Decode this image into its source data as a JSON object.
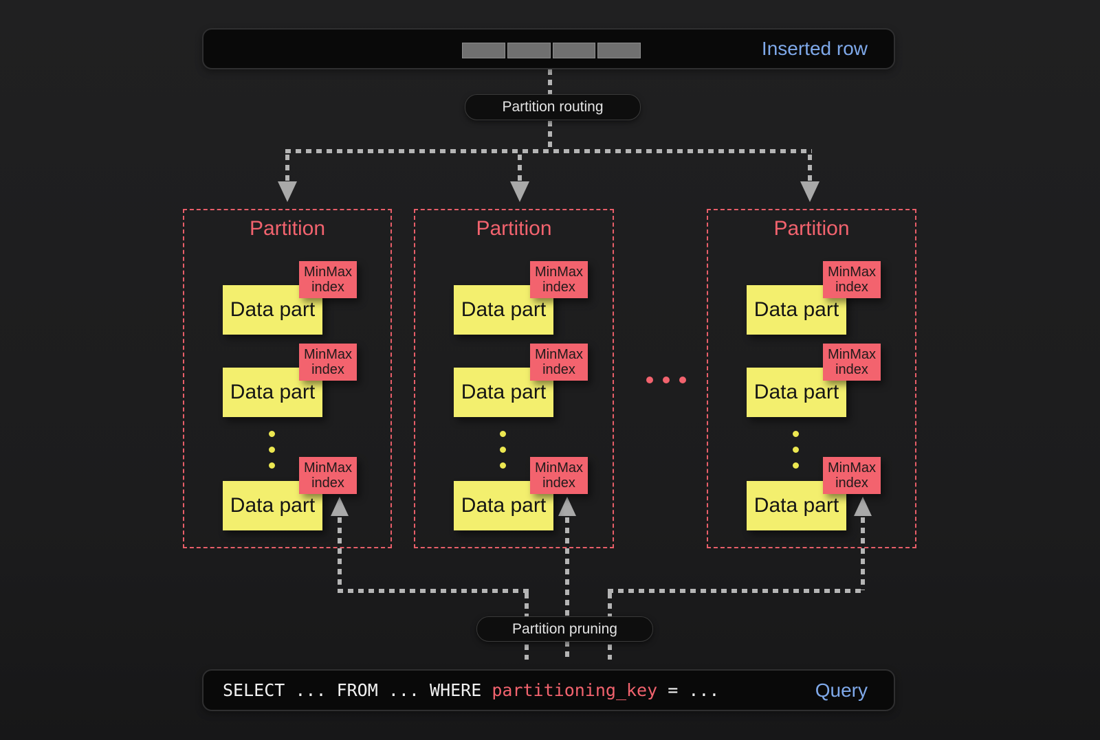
{
  "inserted_row_bar": {
    "label": "Inserted row",
    "segments": 4
  },
  "labels": {
    "routing": "Partition routing",
    "pruning": "Partition pruning"
  },
  "partitions": [
    {
      "title": "Partition"
    },
    {
      "title": "Partition"
    },
    {
      "title": "Partition"
    }
  ],
  "data_part": {
    "label": "Data part"
  },
  "minmax_tag": {
    "line1": "MinMax",
    "line2": "index"
  },
  "ellipsis_between_partitions": "...",
  "query_bar": {
    "code_prefix": "SELECT ... FROM ... WHERE ",
    "highlight": "partitioning_key",
    "code_suffix": " = ...",
    "label": "Query"
  },
  "colors": {
    "background": "#1d1d1e",
    "panel": "#090909",
    "accent_blue": "#7fa9ea",
    "partition_red": "#f2636e",
    "data_part_yellow": "#f3ef6e",
    "minmax_red": "#f3636e",
    "connector_gray": "#b5b5b5"
  }
}
